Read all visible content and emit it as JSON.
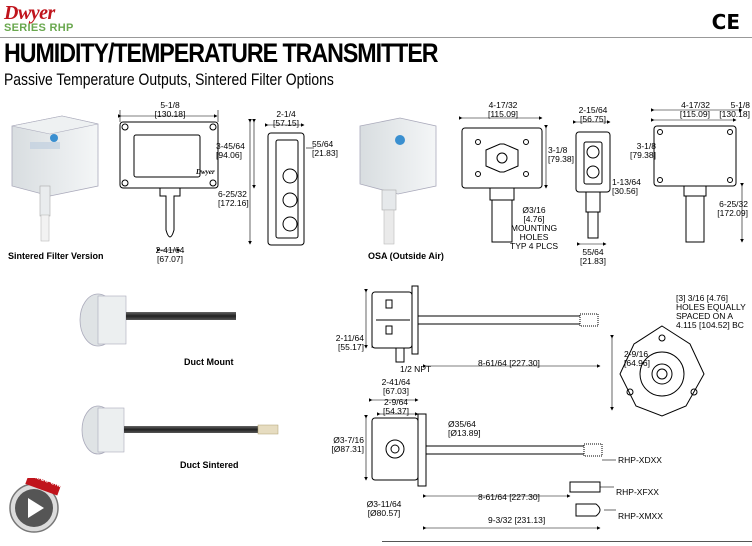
{
  "brand": {
    "logo": "Dwyer",
    "series": "SERIES RHP",
    "cert_mark": "CE"
  },
  "header": {
    "title": "HUMIDITY/TEMPERATURE TRANSMITTER",
    "subtitle": "Passive Temperature Outputs, Sintered Filter Options"
  },
  "captions": {
    "sintered": "Sintered Filter Version",
    "osa": "OSA (Outside Air)",
    "duct_mount": "Duct Mount",
    "duct_sintered": "Duct Sintered"
  },
  "front_view_product_label": "Dwyer",
  "dims_wall": {
    "width": "5-1/8",
    "width_mm": "[130.18]",
    "height_box": "3-45/64",
    "height_box_mm": "[94.06]",
    "height_total": "6-25/32",
    "height_total_mm": "[172.16]",
    "probe": "2-41/64",
    "probe_mm": "[67.07]",
    "side_w": "2-1/4",
    "side_w_mm": "[57.15]",
    "side_d": "55/64",
    "side_d_mm": "[21.83]"
  },
  "dims_osa": {
    "width": "4-17/32",
    "width_mm": "[115.09]",
    "height": "3-1/8",
    "height_mm": "[79.38]",
    "holes": "Ø3/16",
    "holes_mm": "[4.76]",
    "holes_text_1": "MOUNTING",
    "holes_text_2": "HOLES",
    "holes_text_3": "TYP 4 PLCS",
    "side_w": "2-15/64",
    "side_w_mm": "[56.75]",
    "side_h": "1-13/64",
    "side_h_mm": "[30.56]",
    "side_d": "55/64",
    "side_d_mm": "[21.83]",
    "back_w1": "4-17/32",
    "back_w1_mm": "[115.09]",
    "back_w2": "5-1/8",
    "back_w2_mm": "[130.18]",
    "back_h": "3-1/8",
    "back_h_mm": "[79.38]",
    "back_total": "6-25/32",
    "back_total_mm": "[172.09]"
  },
  "dims_duct": {
    "flange_h": "2-11/64",
    "flange_h_mm": "[55.17]",
    "npt": "1/2 NPT",
    "holes_1": "[3] 3/16 [4.76]",
    "holes_2": "HOLES EQUALLY",
    "holes_3": "SPACED ON A",
    "holes_4": "4.115 [104.52] BC",
    "flange_r": "2-9/16",
    "flange_r_mm": "[64.96]",
    "d1": "2-41/64",
    "d1_mm": "[67.03]",
    "d2": "2-9/64",
    "d2_mm": "[54.37]",
    "len1": "8-61/64 [227.30]",
    "probe_d": "Ø35/64",
    "probe_d_mm": "[Ø13.89]",
    "body_d": "Ø3-7/16",
    "body_d_mm": "[Ø87.31]",
    "base_d": "Ø3-11/64",
    "base_d_mm": "[Ø80.57]",
    "len2": "8-61/64 [227.30]",
    "len3": "9-3/32 [231.13]"
  },
  "models": [
    "RHP-XDXX",
    "RHP-XFXX",
    "RHP-XMXX"
  ],
  "video_badge": "VIDEO ONLINE"
}
